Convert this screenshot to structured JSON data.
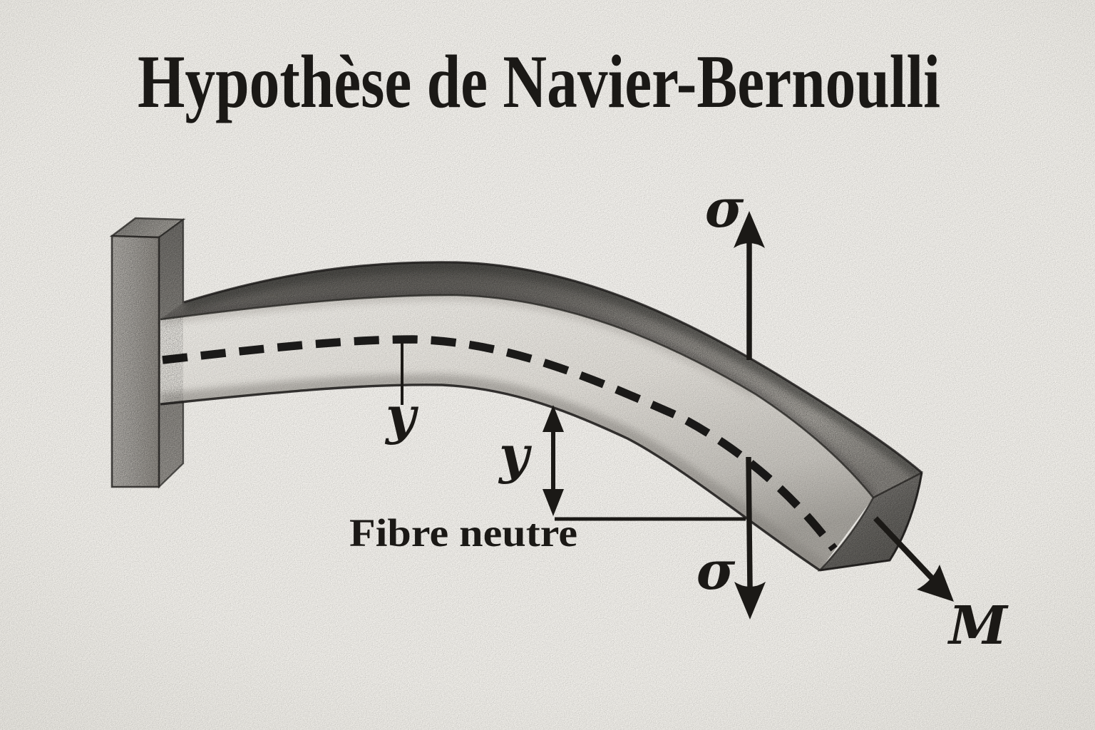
{
  "title": {
    "text": "Hypothèse de Navier-Bernoulli"
  },
  "labels": {
    "sigma_top": "σ",
    "sigma_bottom": "σ",
    "y_fiber": "y",
    "y_dimension": "y",
    "fibre_neutre": "Fibre neutre",
    "moment": "M"
  },
  "colors": {
    "paper": "#f3f1ec",
    "ink": "#1b1916",
    "beam_front_light": "#ece9e4",
    "beam_front_shadow": "#a7a49e",
    "beam_top_dark": "#54524e",
    "support_gray": "#a8a5a0",
    "end_face_dark": "#5e5c58"
  }
}
